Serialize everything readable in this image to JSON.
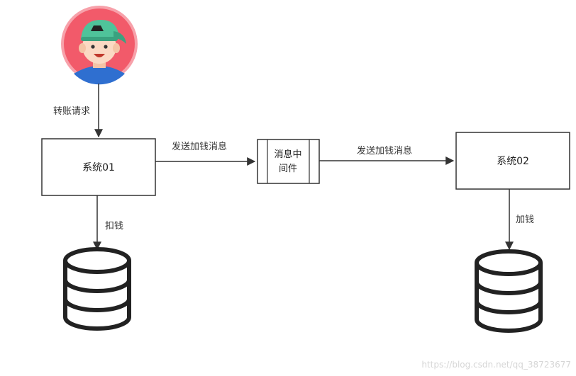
{
  "nodes": {
    "system1": "系统01",
    "system2": "系统02",
    "mq_line1": "消息中",
    "mq_line2": "间件"
  },
  "edges": {
    "transfer_request": "转账请求",
    "send_add_msg_1": "发送加钱消息",
    "send_add_msg_2": "发送加钱消息",
    "deduct": "扣钱",
    "add": "加钱"
  },
  "watermark": "https://blog.csdn.net/qq_38723677",
  "colors": {
    "line": "#333333",
    "avatar_bg": "#f25a6a",
    "avatar_ring": "#f7a1aa",
    "cap": "#4fc39a",
    "shirt": "#2f6fd0",
    "skin": "#fbd9c3"
  },
  "icons": {
    "user": "user-avatar-icon",
    "database": "database-icon"
  }
}
